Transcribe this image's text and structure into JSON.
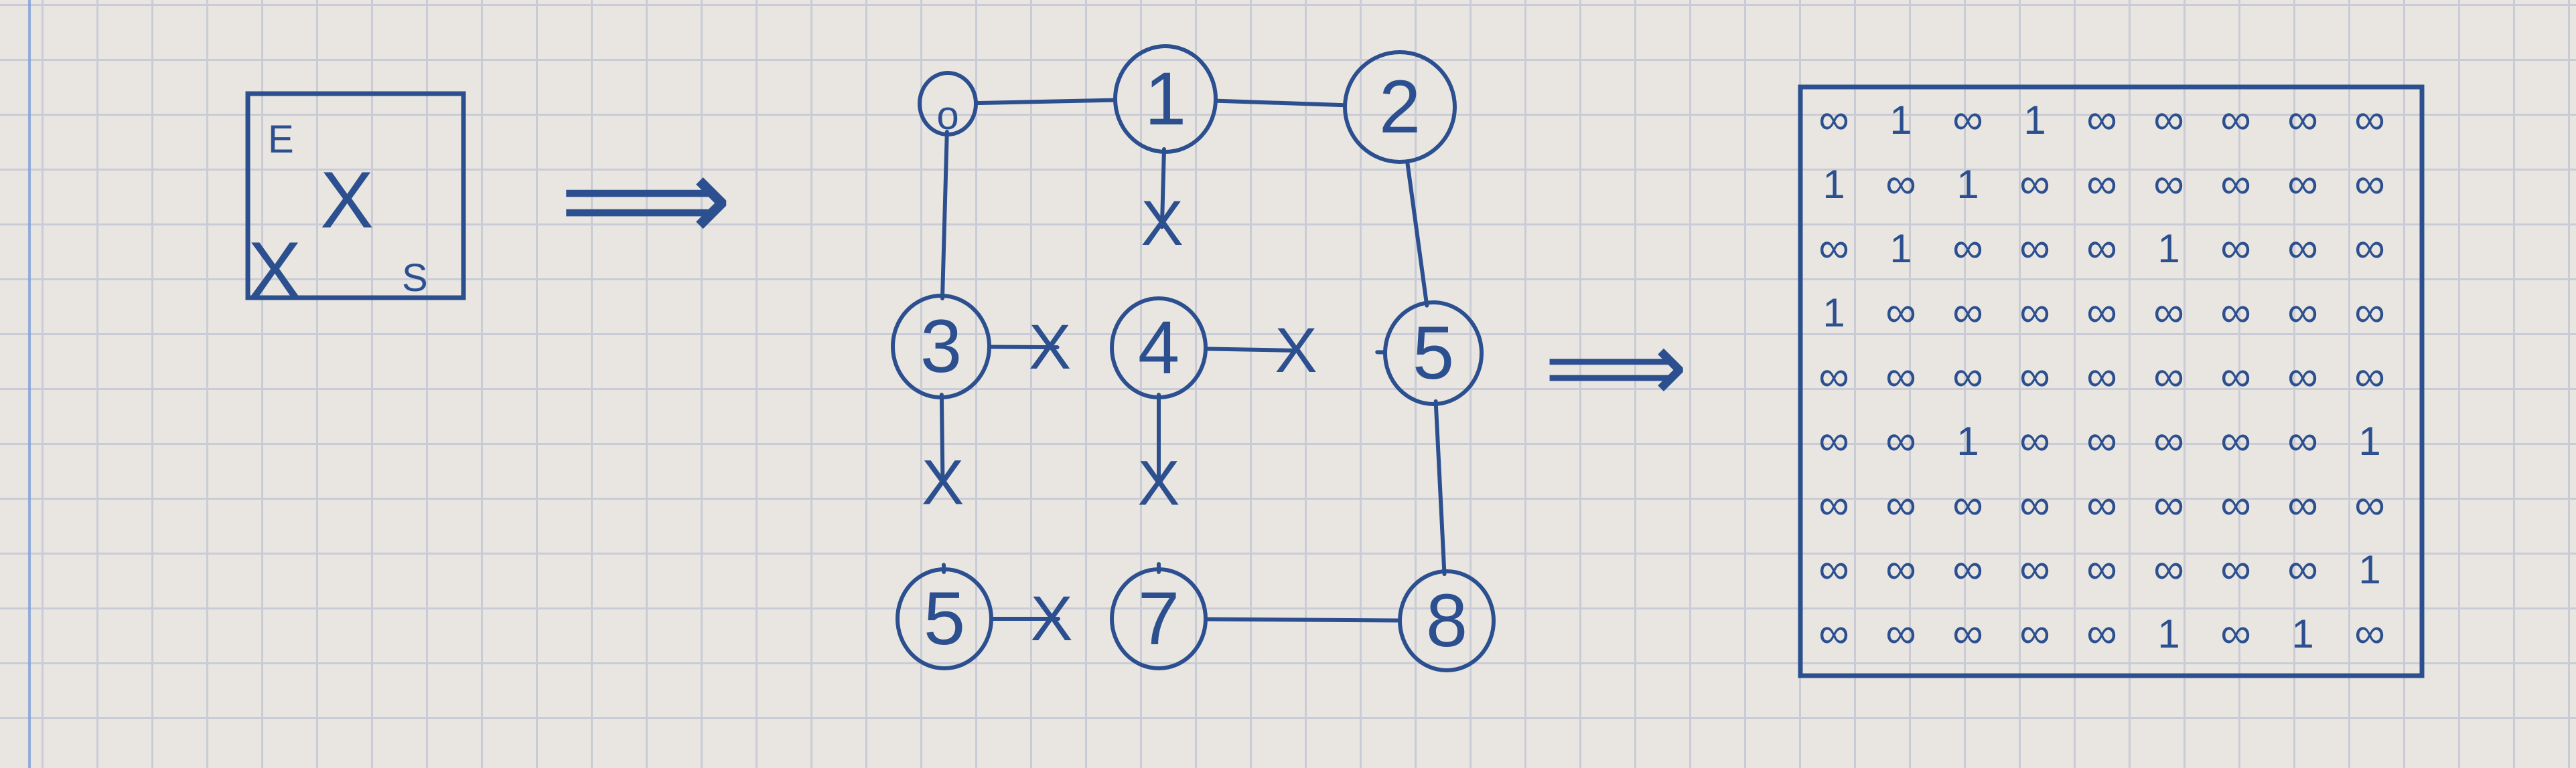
{
  "maze": {
    "entry_label": "E",
    "exit_label": "S",
    "wall_marks": [
      "X",
      "X"
    ]
  },
  "graph": {
    "nodes": [
      {
        "id": "0",
        "label": "o"
      },
      {
        "id": "1",
        "label": "1"
      },
      {
        "id": "2",
        "label": "2"
      },
      {
        "id": "3",
        "label": "3"
      },
      {
        "id": "4",
        "label": "4"
      },
      {
        "id": "5",
        "label": "5"
      },
      {
        "id": "6",
        "label": "5"
      },
      {
        "id": "7",
        "label": "7"
      },
      {
        "id": "8",
        "label": "8"
      }
    ],
    "edges": [
      {
        "from": "0",
        "to": "1",
        "blocked": false
      },
      {
        "from": "1",
        "to": "2",
        "blocked": false
      },
      {
        "from": "0",
        "to": "3",
        "blocked": false
      },
      {
        "from": "1",
        "to": "4",
        "blocked": true
      },
      {
        "from": "2",
        "to": "5",
        "blocked": false
      },
      {
        "from": "3",
        "to": "4",
        "blocked": true
      },
      {
        "from": "4",
        "to": "5",
        "blocked": true
      },
      {
        "from": "3",
        "to": "6",
        "blocked": true
      },
      {
        "from": "4",
        "to": "7",
        "blocked": true
      },
      {
        "from": "5",
        "to": "8",
        "blocked": false
      },
      {
        "from": "6",
        "to": "7",
        "blocked": true
      },
      {
        "from": "7",
        "to": "8",
        "blocked": false
      }
    ],
    "blocked_mark": "X"
  },
  "matrix": {
    "infinity_symbol": "∞",
    "rows": [
      [
        "∞",
        "1",
        "∞",
        "1",
        "∞",
        "∞",
        "∞",
        "∞",
        "∞"
      ],
      [
        "1",
        "∞",
        "1",
        "∞",
        "∞",
        "∞",
        "∞",
        "∞",
        "∞"
      ],
      [
        "∞",
        "1",
        "∞",
        "∞",
        "∞",
        "1",
        "∞",
        "∞",
        "∞"
      ],
      [
        "1",
        "∞",
        "∞",
        "∞",
        "∞",
        "∞",
        "∞",
        "∞",
        "∞"
      ],
      [
        "∞",
        "∞",
        "∞",
        "∞",
        "∞",
        "∞",
        "∞",
        "∞",
        "∞"
      ],
      [
        "∞",
        "∞",
        "1",
        "∞",
        "∞",
        "∞",
        "∞",
        "∞",
        "1"
      ],
      [
        "∞",
        "∞",
        "∞",
        "∞",
        "∞",
        "∞",
        "∞",
        "∞",
        "∞"
      ],
      [
        "∞",
        "∞",
        "∞",
        "∞",
        "∞",
        "∞",
        "∞",
        "∞",
        "1"
      ],
      [
        "∞",
        "∞",
        "∞",
        "∞",
        "∞",
        "1",
        "∞",
        "1",
        "∞"
      ]
    ]
  },
  "arrows": [
    "⟹",
    "⟹"
  ],
  "colors": {
    "ink": "#2c4f8f",
    "paper": "#e9e6e1",
    "grid": "#c9ccd6"
  }
}
